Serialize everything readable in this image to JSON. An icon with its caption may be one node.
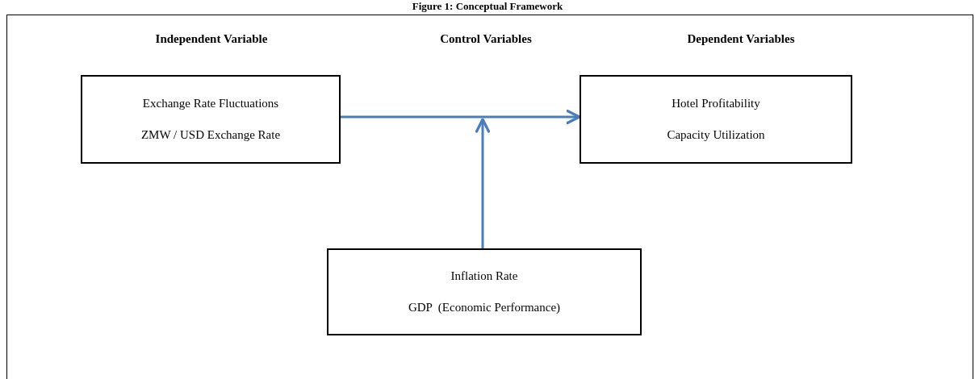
{
  "diagram": {
    "title": "Figure 1: Conceptual Framework",
    "nodes": [
      {
        "text": [
          "Exchange Rate Fluctuations",
          "ZMW / USD Exchange Rate"
        ]
      },
      {
        "text": [
          "Hotel Profitability",
          "Capacity Utilization"
        ]
      },
      {
        "text": [
          "Inflation Rate",
          "GDP  (Economic Performance)"
        ]
      }
    ],
    "edges": [
      {
        "from": 0,
        "to": 1,
        "arrow": "to"
      },
      {
        "from": 2,
        "to": null,
        "arrow": "to"
      }
    ],
    "labels": [
      "Independent Variable",
      "Control Variables",
      "Dependent Variables"
    ]
  }
}
